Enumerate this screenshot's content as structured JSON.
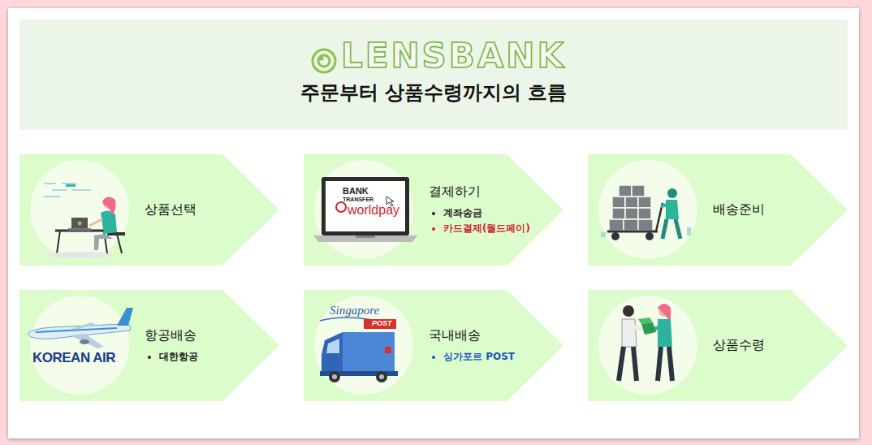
{
  "diagram": {
    "title": "주문부터 상품수령까지의 흐름",
    "nodes": [
      {
        "text": [
          "상품선택"
        ]
      },
      {
        "text": [
          "결제하기",
          "계좌송금",
          "카드결제(월드페이)"
        ]
      },
      {
        "text": [
          "배송준비"
        ]
      },
      {
        "text": [
          "항공배송",
          "대한항공"
        ]
      },
      {
        "text": [
          "국내배송",
          "싱가포르 POST"
        ]
      },
      {
        "text": [
          "상품수령"
        ]
      }
    ],
    "labels": [
      "LENSBANK",
      "BANK",
      "TRANSFER",
      "worldpay",
      "KOREAN AIR",
      "Singapore",
      "POST"
    ]
  }
}
